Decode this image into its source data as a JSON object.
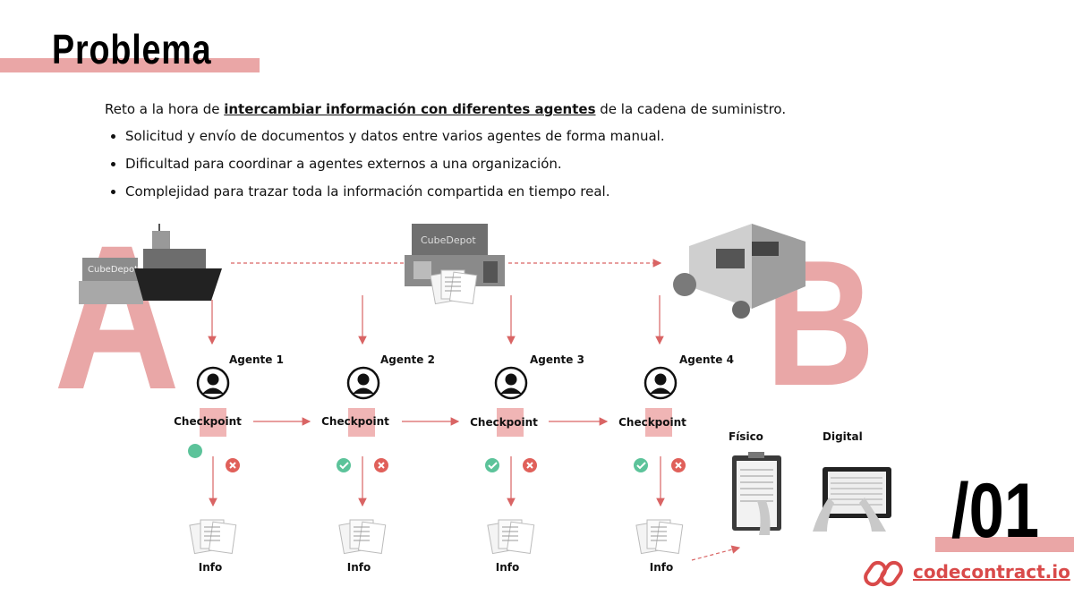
{
  "header": {
    "title": "Problema"
  },
  "intro": {
    "before": "Reto a la hora de ",
    "emphasis": "intercambiar información con diferentes agentes",
    "after": " de la cadena de suministro."
  },
  "bullets": [
    "Solicitud y envío de documentos y datos entre varios agentes de forma manual.",
    "Dificultad para coordinar a agentes externos a una organización.",
    "Complejidad para trazar toda la información compartida en tiempo real."
  ],
  "diagram": {
    "start_letter": "A",
    "end_letter": "B",
    "container_brand": "CubeDepot",
    "agents": [
      {
        "name": "Agente 1",
        "checkpoint": "Checkpoint",
        "info": "Info"
      },
      {
        "name": "Agente 2",
        "checkpoint": "Checkpoint",
        "info": "Info"
      },
      {
        "name": "Agente 3",
        "checkpoint": "Checkpoint",
        "info": "Info"
      },
      {
        "name": "Agente 4",
        "checkpoint": "Checkpoint",
        "info": "Info"
      }
    ],
    "formats": {
      "physical": "Físico",
      "digital": "Digital"
    }
  },
  "slide_number": "/01",
  "brand": {
    "name": "codecontract.io",
    "color": "#d94a4a"
  },
  "colors": {
    "accent": "#eaa6a6",
    "check": "#5cc39a",
    "cross": "#e0605a",
    "arrow": "#d96464"
  }
}
